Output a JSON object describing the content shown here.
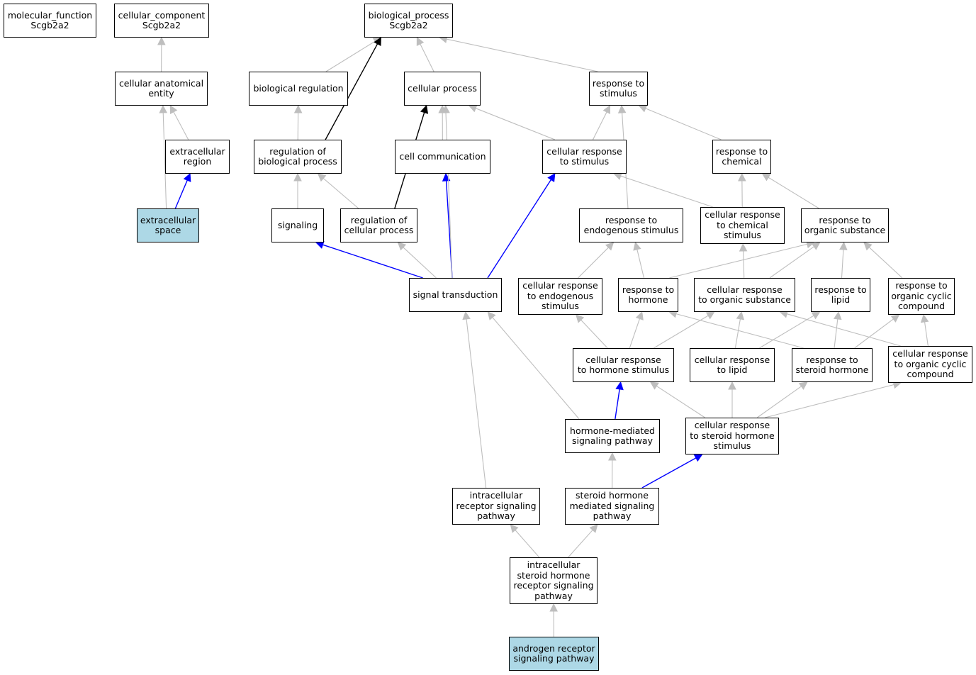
{
  "colors": {
    "edge_default": "#bebebe",
    "edge_black": "#000000",
    "edge_blue": "#0000ff",
    "highlight_fill": "#add8e6"
  },
  "nodes": [
    {
      "id": "mf",
      "label": "molecular_function\nScgb2a2"
    },
    {
      "id": "cc",
      "label": "cellular_component\nScgb2a2"
    },
    {
      "id": "bp",
      "label": "biological_process\nScgb2a2"
    },
    {
      "id": "cae",
      "label": "cellular anatomical\nentity"
    },
    {
      "id": "er",
      "label": "extracellular\nregion"
    },
    {
      "id": "es",
      "label": "extracellular\nspace",
      "highlight": true
    },
    {
      "id": "breg",
      "label": "biological regulation"
    },
    {
      "id": "cp",
      "label": "cellular process"
    },
    {
      "id": "rts",
      "label": "response to\nstimulus"
    },
    {
      "id": "rbp",
      "label": "regulation of\nbiological process"
    },
    {
      "id": "cc2",
      "label": "cell communication"
    },
    {
      "id": "crs",
      "label": "cellular response\nto stimulus"
    },
    {
      "id": "rch",
      "label": "response to\nchemical"
    },
    {
      "id": "sig",
      "label": "signaling"
    },
    {
      "id": "rcp",
      "label": "regulation of\ncellular process"
    },
    {
      "id": "res",
      "label": "response to\nendogenous stimulus"
    },
    {
      "id": "crch",
      "label": "cellular response\nto chemical\nstimulus"
    },
    {
      "id": "ros",
      "label": "response to\norganic substance"
    },
    {
      "id": "st",
      "label": "signal transduction"
    },
    {
      "id": "cres",
      "label": "cellular response\nto endogenous\nstimulus"
    },
    {
      "id": "rh",
      "label": "response to\nhormone"
    },
    {
      "id": "cros",
      "label": "cellular response\nto organic substance"
    },
    {
      "id": "rl",
      "label": "response to\nlipid"
    },
    {
      "id": "rocc",
      "label": "response to\norganic cyclic\ncompound"
    },
    {
      "id": "crhs",
      "label": "cellular response\nto hormone stimulus"
    },
    {
      "id": "crl",
      "label": "cellular response\nto lipid"
    },
    {
      "id": "rsh",
      "label": "response to\nsteroid hormone"
    },
    {
      "id": "crocc",
      "label": "cellular response\nto organic cyclic\ncompound"
    },
    {
      "id": "hmsp",
      "label": "hormone-mediated\nsignaling pathway"
    },
    {
      "id": "crshs",
      "label": "cellular response\nto steroid hormone\nstimulus"
    },
    {
      "id": "irsp",
      "label": "intracellular\nreceptor signaling\npathway"
    },
    {
      "id": "shmsp",
      "label": "steroid hormone\nmediated signaling\npathway"
    },
    {
      "id": "ishrsp",
      "label": "intracellular\nsteroid hormone\nreceptor signaling\npathway"
    },
    {
      "id": "arsp",
      "label": "androgen receptor\nsignaling pathway",
      "highlight": true
    }
  ],
  "edges": [
    {
      "from": "cae",
      "to": "cc",
      "color": "gray"
    },
    {
      "from": "er",
      "to": "cae",
      "color": "gray"
    },
    {
      "from": "es",
      "to": "cae",
      "color": "gray"
    },
    {
      "from": "es",
      "to": "er",
      "color": "blue"
    },
    {
      "from": "breg",
      "to": "bp",
      "color": "gray"
    },
    {
      "from": "cp",
      "to": "bp",
      "color": "gray"
    },
    {
      "from": "rts",
      "to": "bp",
      "color": "gray"
    },
    {
      "from": "rbp",
      "to": "bp",
      "color": "black"
    },
    {
      "from": "rbp",
      "to": "breg",
      "color": "gray"
    },
    {
      "from": "cc2",
      "to": "cp",
      "color": "gray"
    },
    {
      "from": "crs",
      "to": "cp",
      "color": "gray"
    },
    {
      "from": "crs",
      "to": "rts",
      "color": "gray"
    },
    {
      "from": "rch",
      "to": "rts",
      "color": "gray"
    },
    {
      "from": "res",
      "to": "rts",
      "color": "gray"
    },
    {
      "from": "rcp",
      "to": "cp",
      "color": "black"
    },
    {
      "from": "rcp",
      "to": "rbp",
      "color": "gray"
    },
    {
      "from": "sig",
      "to": "rbp",
      "color": "gray"
    },
    {
      "from": "crch",
      "to": "crs",
      "color": "gray"
    },
    {
      "from": "crch",
      "to": "rch",
      "color": "gray"
    },
    {
      "from": "ros",
      "to": "rch",
      "color": "gray"
    },
    {
      "from": "st",
      "to": "sig",
      "color": "blue"
    },
    {
      "from": "st",
      "to": "rcp",
      "color": "gray"
    },
    {
      "from": "st",
      "to": "cc2",
      "color": "blue"
    },
    {
      "from": "st",
      "to": "cp",
      "color": "gray"
    },
    {
      "from": "st",
      "to": "crs",
      "color": "blue"
    },
    {
      "from": "cres",
      "to": "res",
      "color": "gray"
    },
    {
      "from": "rh",
      "to": "res",
      "color": "gray"
    },
    {
      "from": "rh",
      "to": "ros",
      "color": "gray"
    },
    {
      "from": "cros",
      "to": "crch",
      "color": "gray"
    },
    {
      "from": "cros",
      "to": "ros",
      "color": "gray"
    },
    {
      "from": "rl",
      "to": "ros",
      "color": "gray"
    },
    {
      "from": "rocc",
      "to": "ros",
      "color": "gray"
    },
    {
      "from": "crhs",
      "to": "cres",
      "color": "gray"
    },
    {
      "from": "crhs",
      "to": "rh",
      "color": "gray"
    },
    {
      "from": "crhs",
      "to": "cros",
      "color": "gray"
    },
    {
      "from": "crl",
      "to": "cros",
      "color": "gray"
    },
    {
      "from": "crl",
      "to": "rl",
      "color": "gray"
    },
    {
      "from": "rsh",
      "to": "rh",
      "color": "gray"
    },
    {
      "from": "rsh",
      "to": "rl",
      "color": "gray"
    },
    {
      "from": "rsh",
      "to": "rocc",
      "color": "gray"
    },
    {
      "from": "crocc",
      "to": "cros",
      "color": "gray"
    },
    {
      "from": "crocc",
      "to": "rocc",
      "color": "gray"
    },
    {
      "from": "hmsp",
      "to": "st",
      "color": "gray"
    },
    {
      "from": "hmsp",
      "to": "crhs",
      "color": "blue"
    },
    {
      "from": "crshs",
      "to": "crhs",
      "color": "gray"
    },
    {
      "from": "crshs",
      "to": "crl",
      "color": "gray"
    },
    {
      "from": "crshs",
      "to": "rsh",
      "color": "gray"
    },
    {
      "from": "crshs",
      "to": "crocc",
      "color": "gray"
    },
    {
      "from": "irsp",
      "to": "st",
      "color": "gray"
    },
    {
      "from": "shmsp",
      "to": "hmsp",
      "color": "gray"
    },
    {
      "from": "shmsp",
      "to": "crshs",
      "color": "blue"
    },
    {
      "from": "ishrsp",
      "to": "irsp",
      "color": "gray"
    },
    {
      "from": "ishrsp",
      "to": "shmsp",
      "color": "gray"
    },
    {
      "from": "arsp",
      "to": "ishrsp",
      "color": "gray"
    }
  ]
}
